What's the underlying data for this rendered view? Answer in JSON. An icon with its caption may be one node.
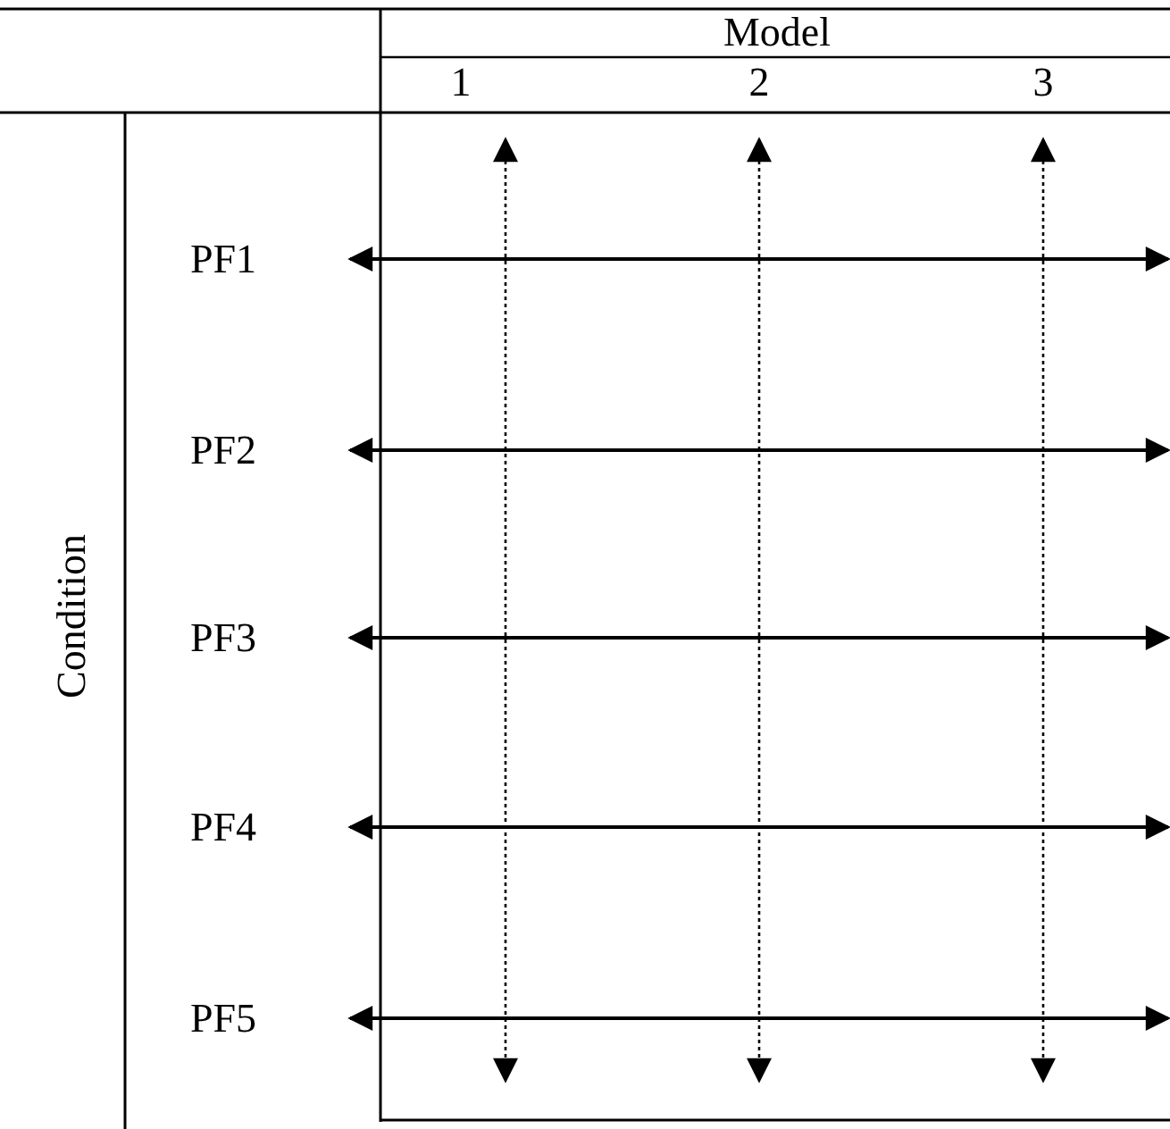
{
  "diagram": {
    "labels": [
      "Model",
      "1",
      "2",
      "3",
      "Condition",
      "PF1",
      "PF2",
      "PF3",
      "PF4",
      "PF5"
    ]
  }
}
